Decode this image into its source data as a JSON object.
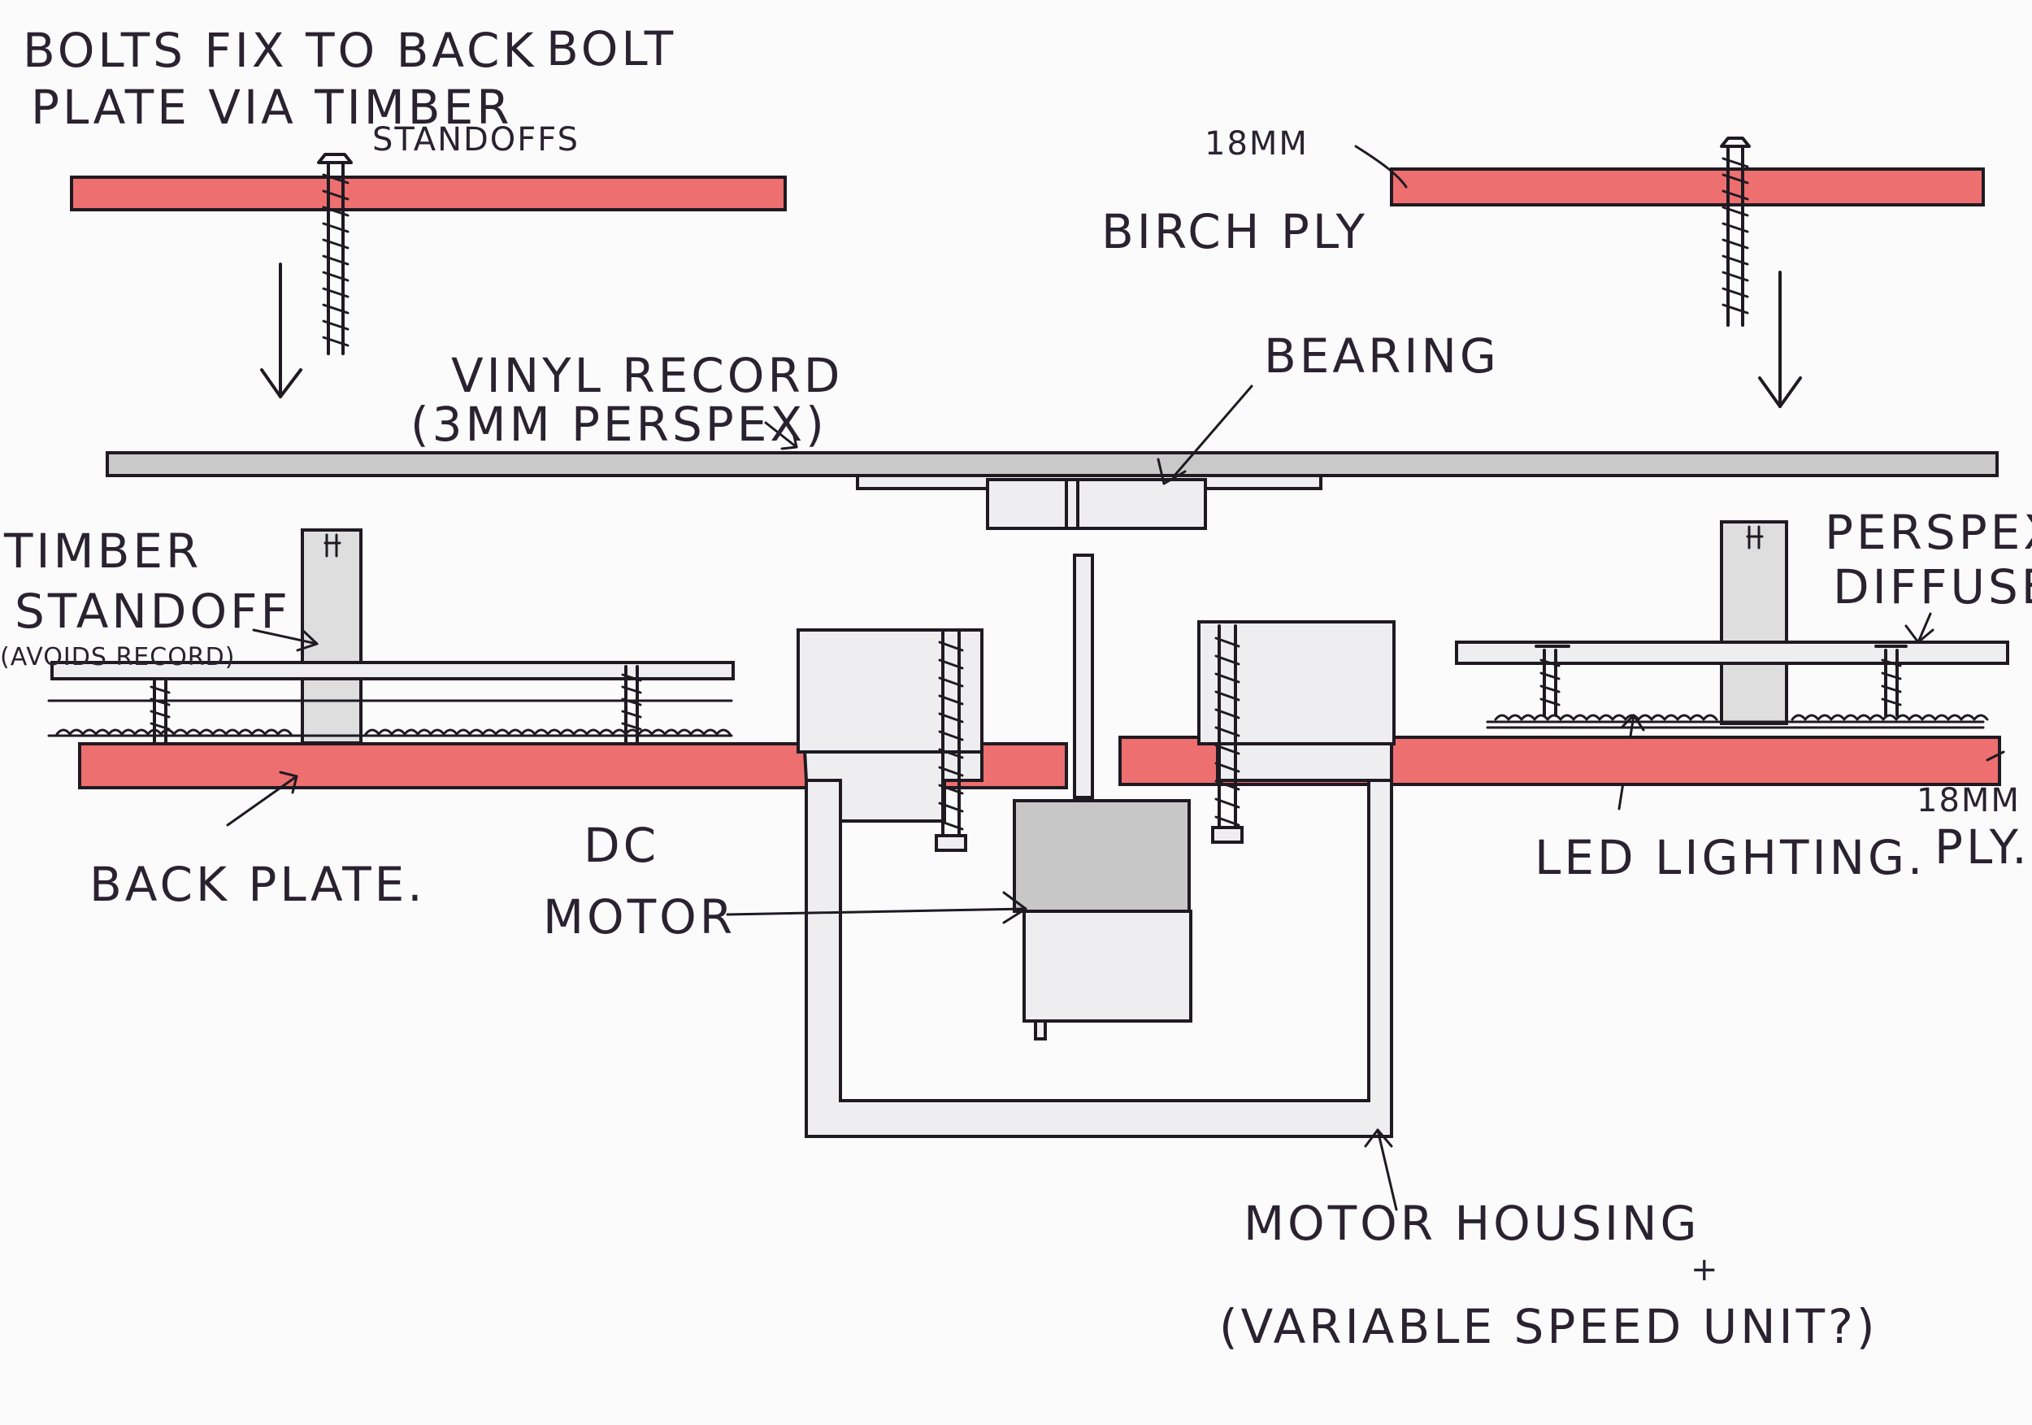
{
  "labels": {
    "bolts_fix_line1": "BOLTS FIX TO BACK",
    "bolts_fix_line2": "PLATE VIA TIMBER",
    "standoffs": "STANDOFFS",
    "bolt": "BOLT",
    "ply_thickness_top": "18MM",
    "birch_ply": "BIRCH PLY",
    "bearing": "BEARING",
    "vinyl_record_line1": "VINYL RECORD",
    "vinyl_record_line2": "(3MM PERSPEX)",
    "timber_line1": "TIMBER",
    "standoff_line2": "STANDOFF",
    "avoids_record": "(AVOIDS RECORD)",
    "perspex_line1": "PERSPEX",
    "diffuser_line2": "DIFFUSER",
    "back_plate": "BACK PLATE.",
    "dc": "DC",
    "motor": "MOTOR",
    "led_lighting": "LED LIGHTING.",
    "ply_thickness_right": "18MM",
    "ply_right": "PLY.",
    "motor_housing": "MOTOR HOUSING",
    "variable_speed_line": "(VARIABLE SPEED UNIT?)",
    "plus_mark": "+"
  },
  "colors": {
    "plywood": "#ee6f6f",
    "record": "#c9c9ca",
    "timber_standoff": "#dededf",
    "housing": "#eeeef1",
    "ink": "#1f1a22"
  }
}
